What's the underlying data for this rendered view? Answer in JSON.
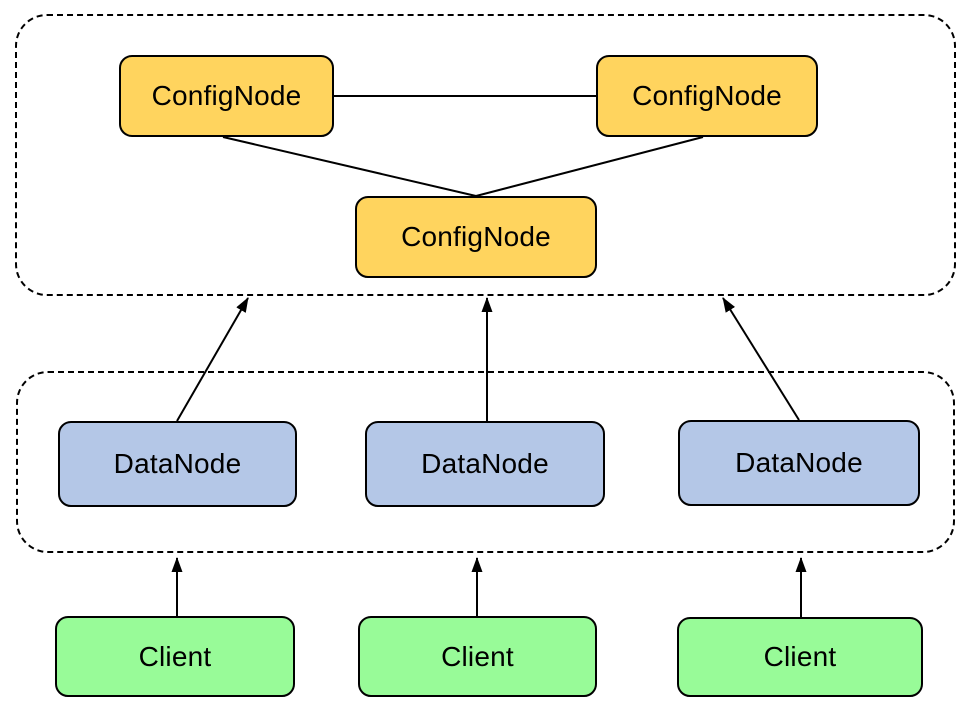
{
  "diagram": {
    "description": "IoTDB-style cluster architecture diagram",
    "clusters": [
      {
        "id": "confignode-cluster",
        "node_ids": [
          "config1",
          "config2",
          "config3"
        ]
      },
      {
        "id": "datanode-cluster",
        "node_ids": [
          "data1",
          "data2",
          "data3"
        ]
      }
    ],
    "nodes": {
      "config1": {
        "label": "ConfigNode"
      },
      "config2": {
        "label": "ConfigNode"
      },
      "config3": {
        "label": "ConfigNode"
      },
      "data1": {
        "label": "DataNode"
      },
      "data2": {
        "label": "DataNode"
      },
      "data3": {
        "label": "DataNode"
      },
      "client1": {
        "label": "Client"
      },
      "client2": {
        "label": "Client"
      },
      "client3": {
        "label": "Client"
      }
    },
    "connections": [
      {
        "from": "config1",
        "to": "config2",
        "type": "plain-line"
      },
      {
        "from": "config1",
        "to": "config3",
        "type": "plain-line"
      },
      {
        "from": "config2",
        "to": "config3",
        "type": "plain-line"
      },
      {
        "from": "data1",
        "to": "confignode-cluster",
        "type": "arrow"
      },
      {
        "from": "data2",
        "to": "confignode-cluster",
        "type": "arrow"
      },
      {
        "from": "data3",
        "to": "confignode-cluster",
        "type": "arrow"
      },
      {
        "from": "client1",
        "to": "datanode-cluster",
        "type": "arrow"
      },
      {
        "from": "client2",
        "to": "datanode-cluster",
        "type": "arrow"
      },
      {
        "from": "client3",
        "to": "datanode-cluster",
        "type": "arrow"
      }
    ],
    "colors": {
      "confignode_fill": "#FFD45E",
      "datanode_fill": "#B4C7E7",
      "client_fill": "#98FB98",
      "stroke": "#000000",
      "background": "#FFFFFF"
    }
  }
}
